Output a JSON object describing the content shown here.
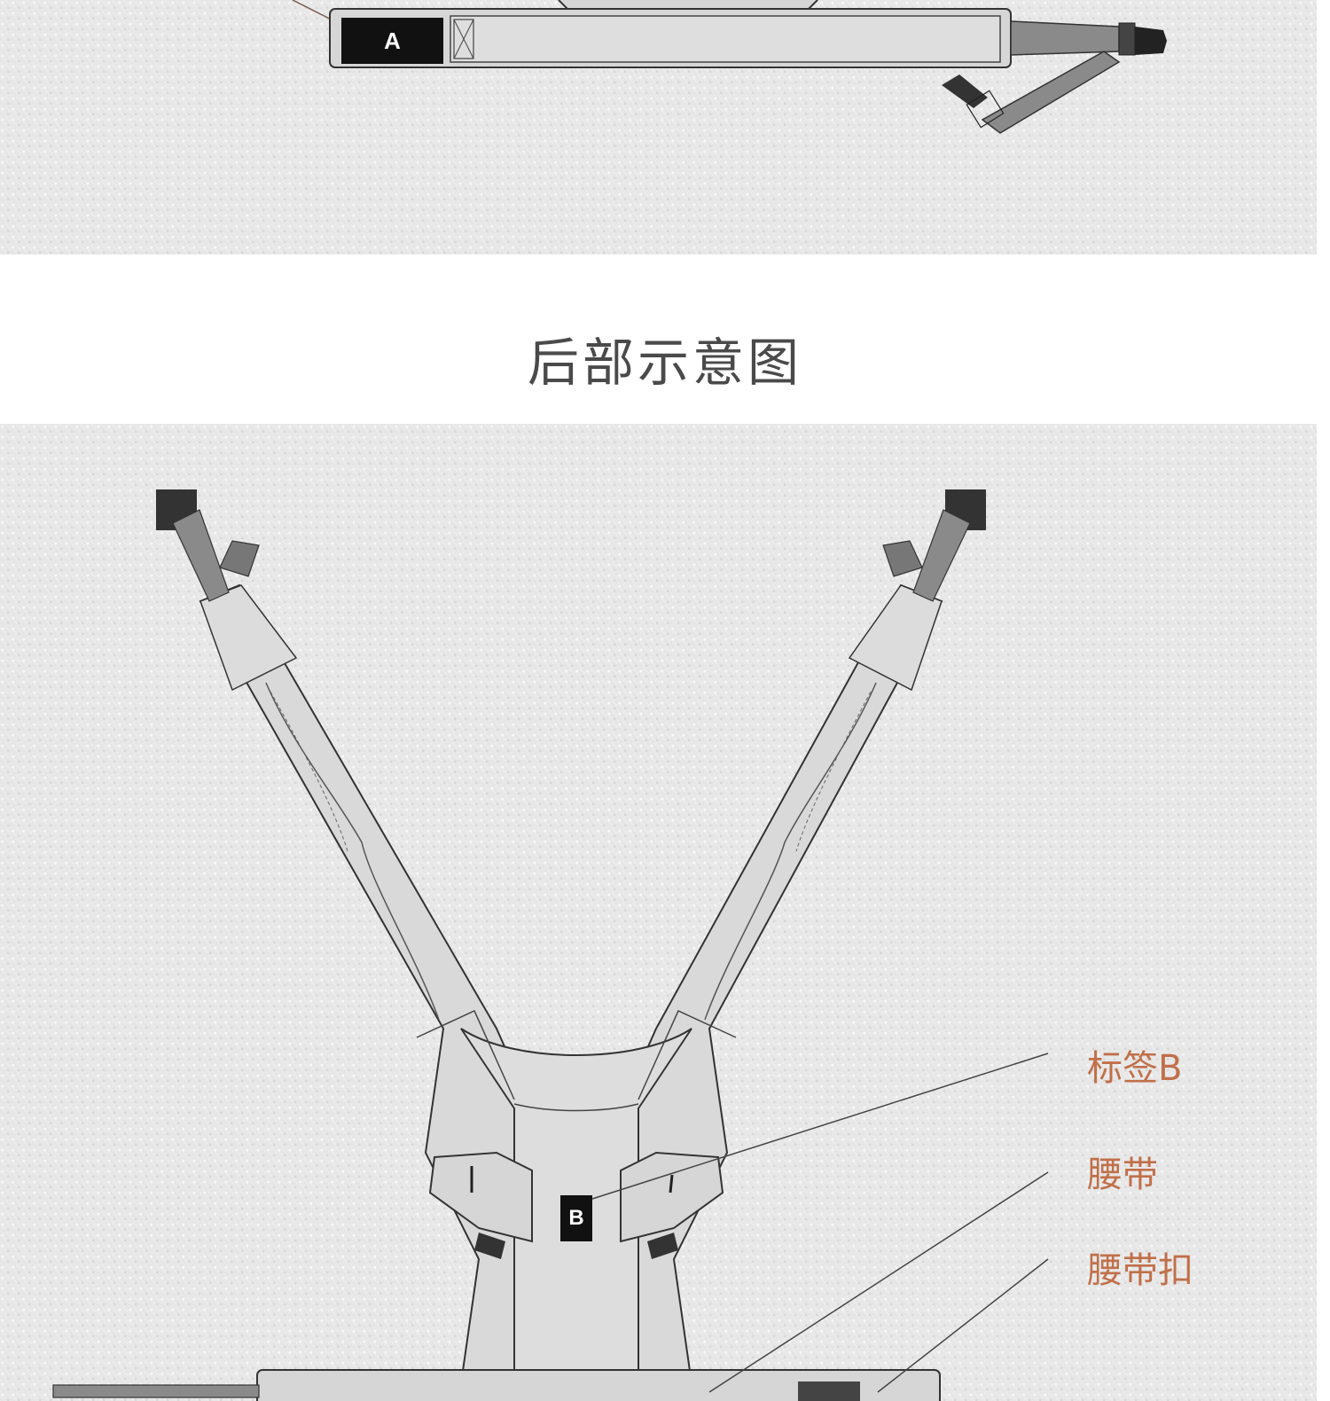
{
  "top_diagram": {
    "tag_label": "A"
  },
  "section": {
    "title": "后部示意图"
  },
  "back_diagram": {
    "tag_label": "B",
    "callouts": [
      {
        "label": "标签B"
      },
      {
        "label": "腰带"
      },
      {
        "label": "腰带扣"
      }
    ]
  },
  "colors": {
    "callout_text": "#c0704a",
    "carrier_fill": "#d9d9d9",
    "strap_dark": "#8a8a8a",
    "tag_bg": "#111111",
    "title_text": "#4a4a4a"
  }
}
